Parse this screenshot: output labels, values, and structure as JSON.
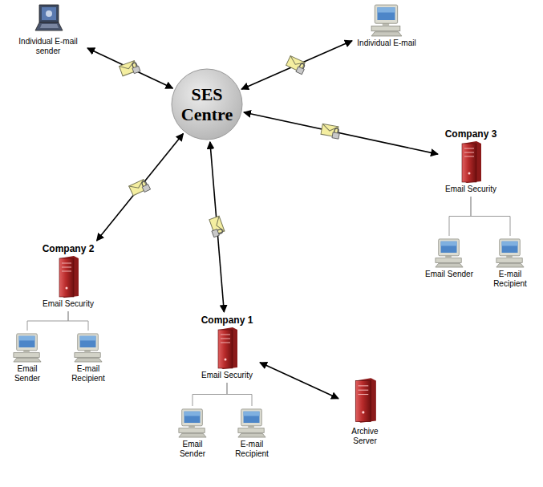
{
  "diagram": {
    "nodes": [
      {
        "text": [
          "SES Centre"
        ]
      },
      {
        "text": [
          "Individual E-mail sender"
        ]
      },
      {
        "text": [
          "Individual E-mail"
        ]
      },
      {
        "text": [
          "Company 3",
          "Email Security"
        ]
      },
      {
        "text": [
          "Email Sender"
        ]
      },
      {
        "text": [
          "E-mail Recipient"
        ]
      },
      {
        "text": [
          "Company 2",
          "Email Security"
        ]
      },
      {
        "text": [
          "Email Sender"
        ]
      },
      {
        "text": [
          "E-mail Recipient"
        ]
      },
      {
        "text": [
          "Company 1",
          "Email Security"
        ]
      },
      {
        "text": [
          "Email Sender"
        ]
      },
      {
        "text": [
          "E-mail Recipient"
        ]
      },
      {
        "text": [
          "Archive Server"
        ]
      }
    ],
    "edges": [
      {
        "from": 1,
        "to": 0,
        "arrow": "both"
      },
      {
        "from": 2,
        "to": 0,
        "arrow": "both"
      },
      {
        "from": 0,
        "to": 3,
        "arrow": "both"
      },
      {
        "from": 6,
        "to": 0,
        "arrow": "both"
      },
      {
        "from": 0,
        "to": 9,
        "arrow": "both"
      },
      {
        "from": 9,
        "to": 12,
        "arrow": "both"
      },
      {
        "from": 3,
        "to": 4,
        "arrow": "none"
      },
      {
        "from": 3,
        "to": 5,
        "arrow": "none"
      },
      {
        "from": 6,
        "to": 7,
        "arrow": "none"
      },
      {
        "from": 6,
        "to": 8,
        "arrow": "none"
      },
      {
        "from": 9,
        "to": 10,
        "arrow": "none"
      },
      {
        "from": 9,
        "to": 11,
        "arrow": "none"
      }
    ]
  }
}
